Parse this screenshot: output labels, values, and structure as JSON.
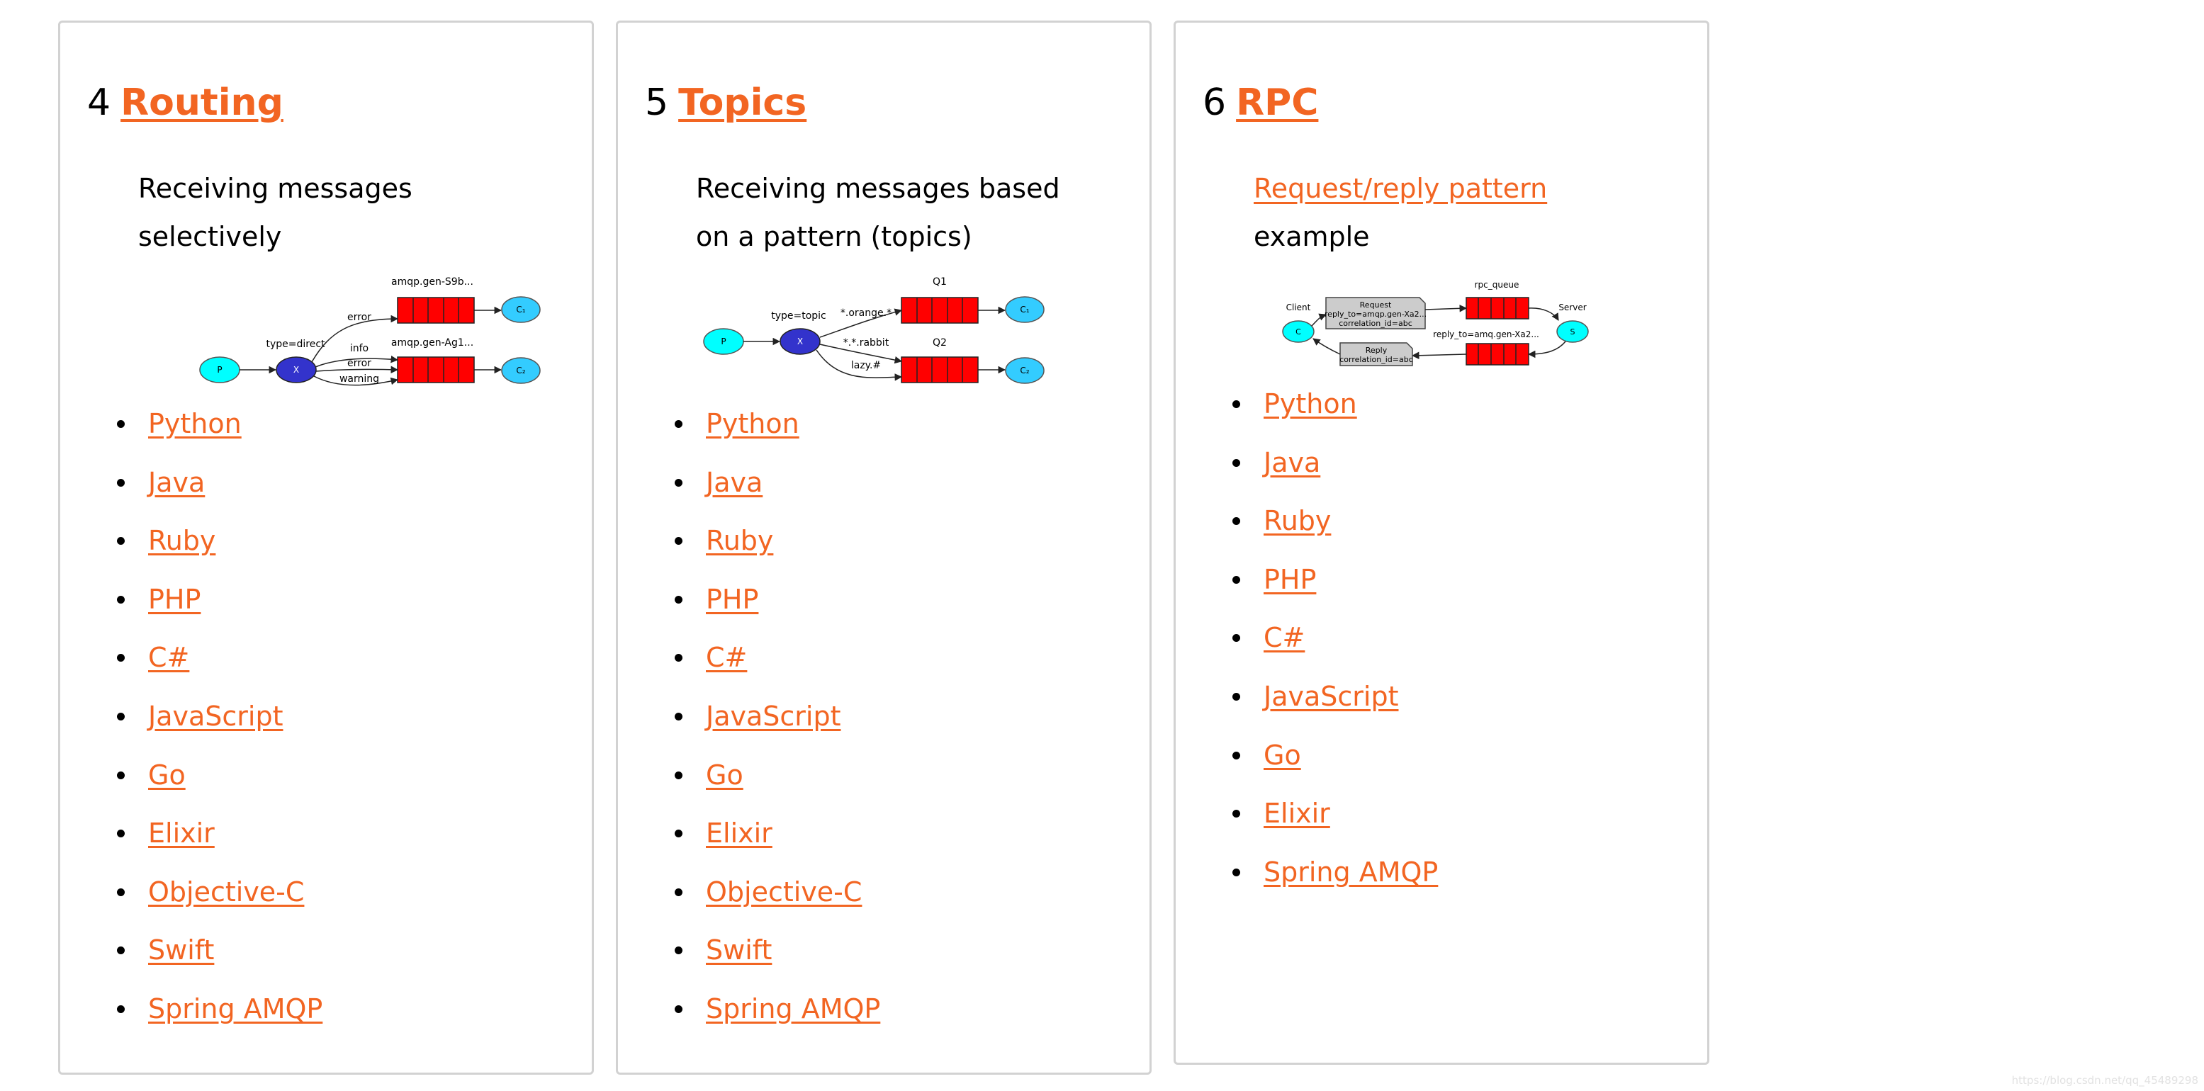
{
  "cards": [
    {
      "number": "4",
      "title": "Routing",
      "description": [
        "Receiving messages",
        "selectively"
      ],
      "diagram": {
        "producer": "P",
        "exchange": "X",
        "exchange_type": "type=direct",
        "queues": [
          "amqp.gen-S9b...",
          "amqp.gen-Ag1..."
        ],
        "bindings": [
          "error",
          "info",
          "error",
          "warning"
        ],
        "consumers": [
          "C₁",
          "C₂"
        ]
      },
      "languages": [
        "Python",
        "Java",
        "Ruby",
        "PHP",
        "C#",
        "JavaScript",
        "Go",
        "Elixir",
        "Objective-C",
        "Swift",
        "Spring AMQP"
      ]
    },
    {
      "number": "5",
      "title": "Topics",
      "description": [
        "Receiving messages based",
        "on a pattern (topics)"
      ],
      "diagram": {
        "producer": "P",
        "exchange": "X",
        "exchange_type": "type=topic",
        "queues": [
          "Q1",
          "Q2"
        ],
        "bindings": [
          "*.orange.*",
          "*.*.rabbit",
          "lazy.#"
        ],
        "consumers": [
          "C₁",
          "C₂"
        ]
      },
      "languages": [
        "Python",
        "Java",
        "Ruby",
        "PHP",
        "C#",
        "JavaScript",
        "Go",
        "Elixir",
        "Objective-C",
        "Swift",
        "Spring AMQP"
      ]
    },
    {
      "number": "6",
      "title": "RPC",
      "description_link": "Request/reply pattern",
      "description_rest": "example",
      "diagram": {
        "client_label": "Client",
        "client": "C",
        "server_label": "Server",
        "server": "S",
        "request_lines": [
          "Request",
          "reply_to=amqp.gen-Xa2...",
          "correlation_id=abc"
        ],
        "reply_lines": [
          "Reply",
          "correlation_id=abc"
        ],
        "request_queue": "rpc_queue",
        "reply_queue": "reply_to=amq.gen-Xa2..."
      },
      "languages": [
        "Python",
        "Java",
        "Ruby",
        "PHP",
        "C#",
        "JavaScript",
        "Go",
        "Elixir",
        "Spring AMQP"
      ]
    }
  ],
  "watermark": "https://blog.csdn.net/qq_45489298"
}
